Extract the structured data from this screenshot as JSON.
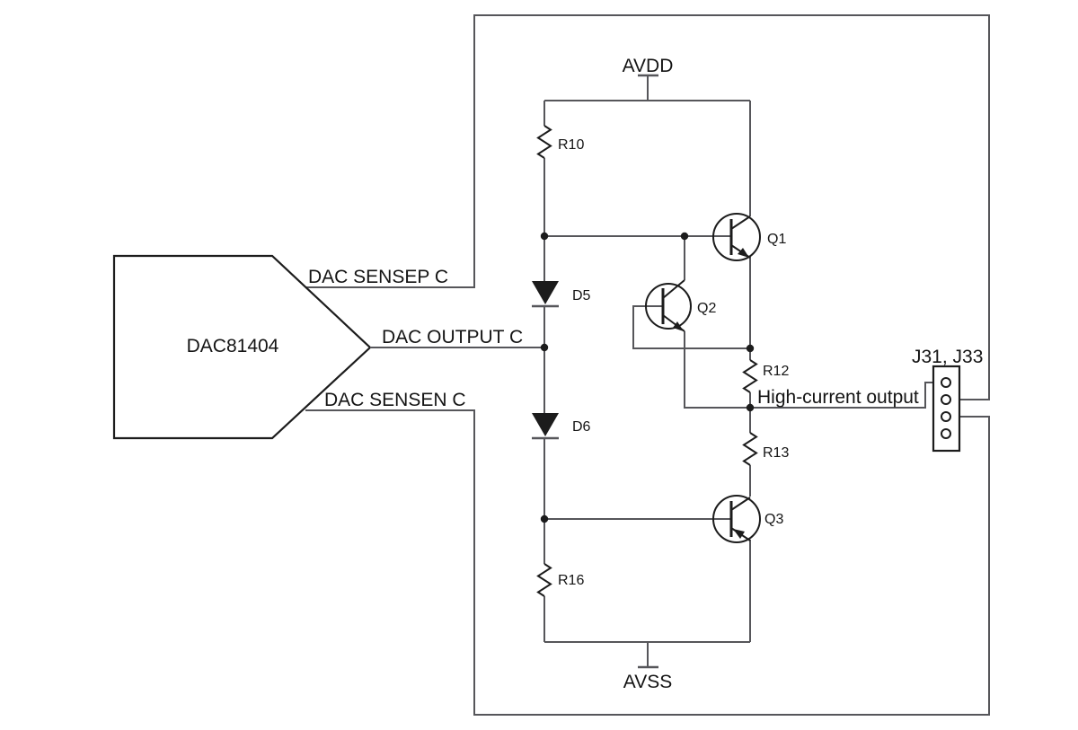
{
  "diagram": {
    "device": {
      "label": "DAC81404"
    },
    "dac_pins": {
      "sensep": "DAC SENSEP C",
      "output": "DAC OUTPUT C",
      "sensen": "DAC SENSEN C"
    },
    "power": {
      "positive_rail": "AVDD",
      "negative_rail": "AVSS"
    },
    "output_net": {
      "label": "High-current output",
      "connector_label": "J31, J33",
      "connector_pin_count": 4
    },
    "components": {
      "r10": "R10",
      "r12": "R12",
      "r13": "R13",
      "r16": "R16",
      "q1": "Q1",
      "q2": "Q2",
      "q3": "Q3",
      "d5": "D5",
      "d6": "D6"
    },
    "colors": {
      "wire": "#56565a",
      "symbol": "#1c1c1c",
      "text": "#141414",
      "background": "#ffffff"
    }
  }
}
